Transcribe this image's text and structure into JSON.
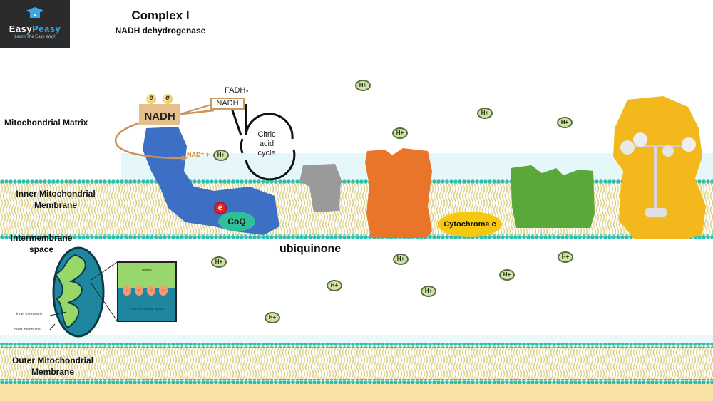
{
  "logo": {
    "brand_part1": "Easy",
    "brand_part2": "Peasy",
    "tagline": "Learn The Easy Way!"
  },
  "header": {
    "title": "Complex I",
    "subtitle": "NADH dehydrogenase"
  },
  "regions": {
    "matrix": "Mitochondrial Matrix",
    "inner_membrane_line1": "Inner Mitochondrial",
    "inner_membrane_line2": "Membrane",
    "intermembrane_line1": "Intermembrane",
    "intermembrane_line2": "space",
    "outer_membrane_line1": "Outer Mitochondrial",
    "outer_membrane_line2": "Membrane"
  },
  "complex1": {
    "nadh_label": "NADH",
    "electron_label": "e",
    "electron_sup": "−",
    "nad_plus": "NAD⁺ +",
    "proton": "H+",
    "coq_label": "CoQ",
    "coq_electron": "e"
  },
  "citric_cycle": {
    "fadh2": "FADH₂",
    "nadh": "NADH",
    "cycle_line1": "Citric",
    "cycle_line2": "acid",
    "cycle_line3": "cycle"
  },
  "labels": {
    "ubiquinone": "ubiquinone",
    "cytochrome_c": "Cytochrome c"
  },
  "proton_label": "H+",
  "inset": {
    "matrix": "matrix",
    "intermembrane_space": "intermembrane space",
    "inner_membrane": "inner membrane",
    "outer_membrane": "outer membrane",
    "complexes": [
      "I",
      "II",
      "III",
      "IV"
    ]
  },
  "colors": {
    "membrane_head": "#2dbfae",
    "lipid_tail": "#e8d98a",
    "complex1": "#3d6fc4",
    "complex3": "#e8752a",
    "complex4": "#5aa83a",
    "atp_synthase": "#f2b81c",
    "cytochrome_c": "#f7c812",
    "coq": "#2fbf9a",
    "proton_fill": "#cfe4a5"
  }
}
